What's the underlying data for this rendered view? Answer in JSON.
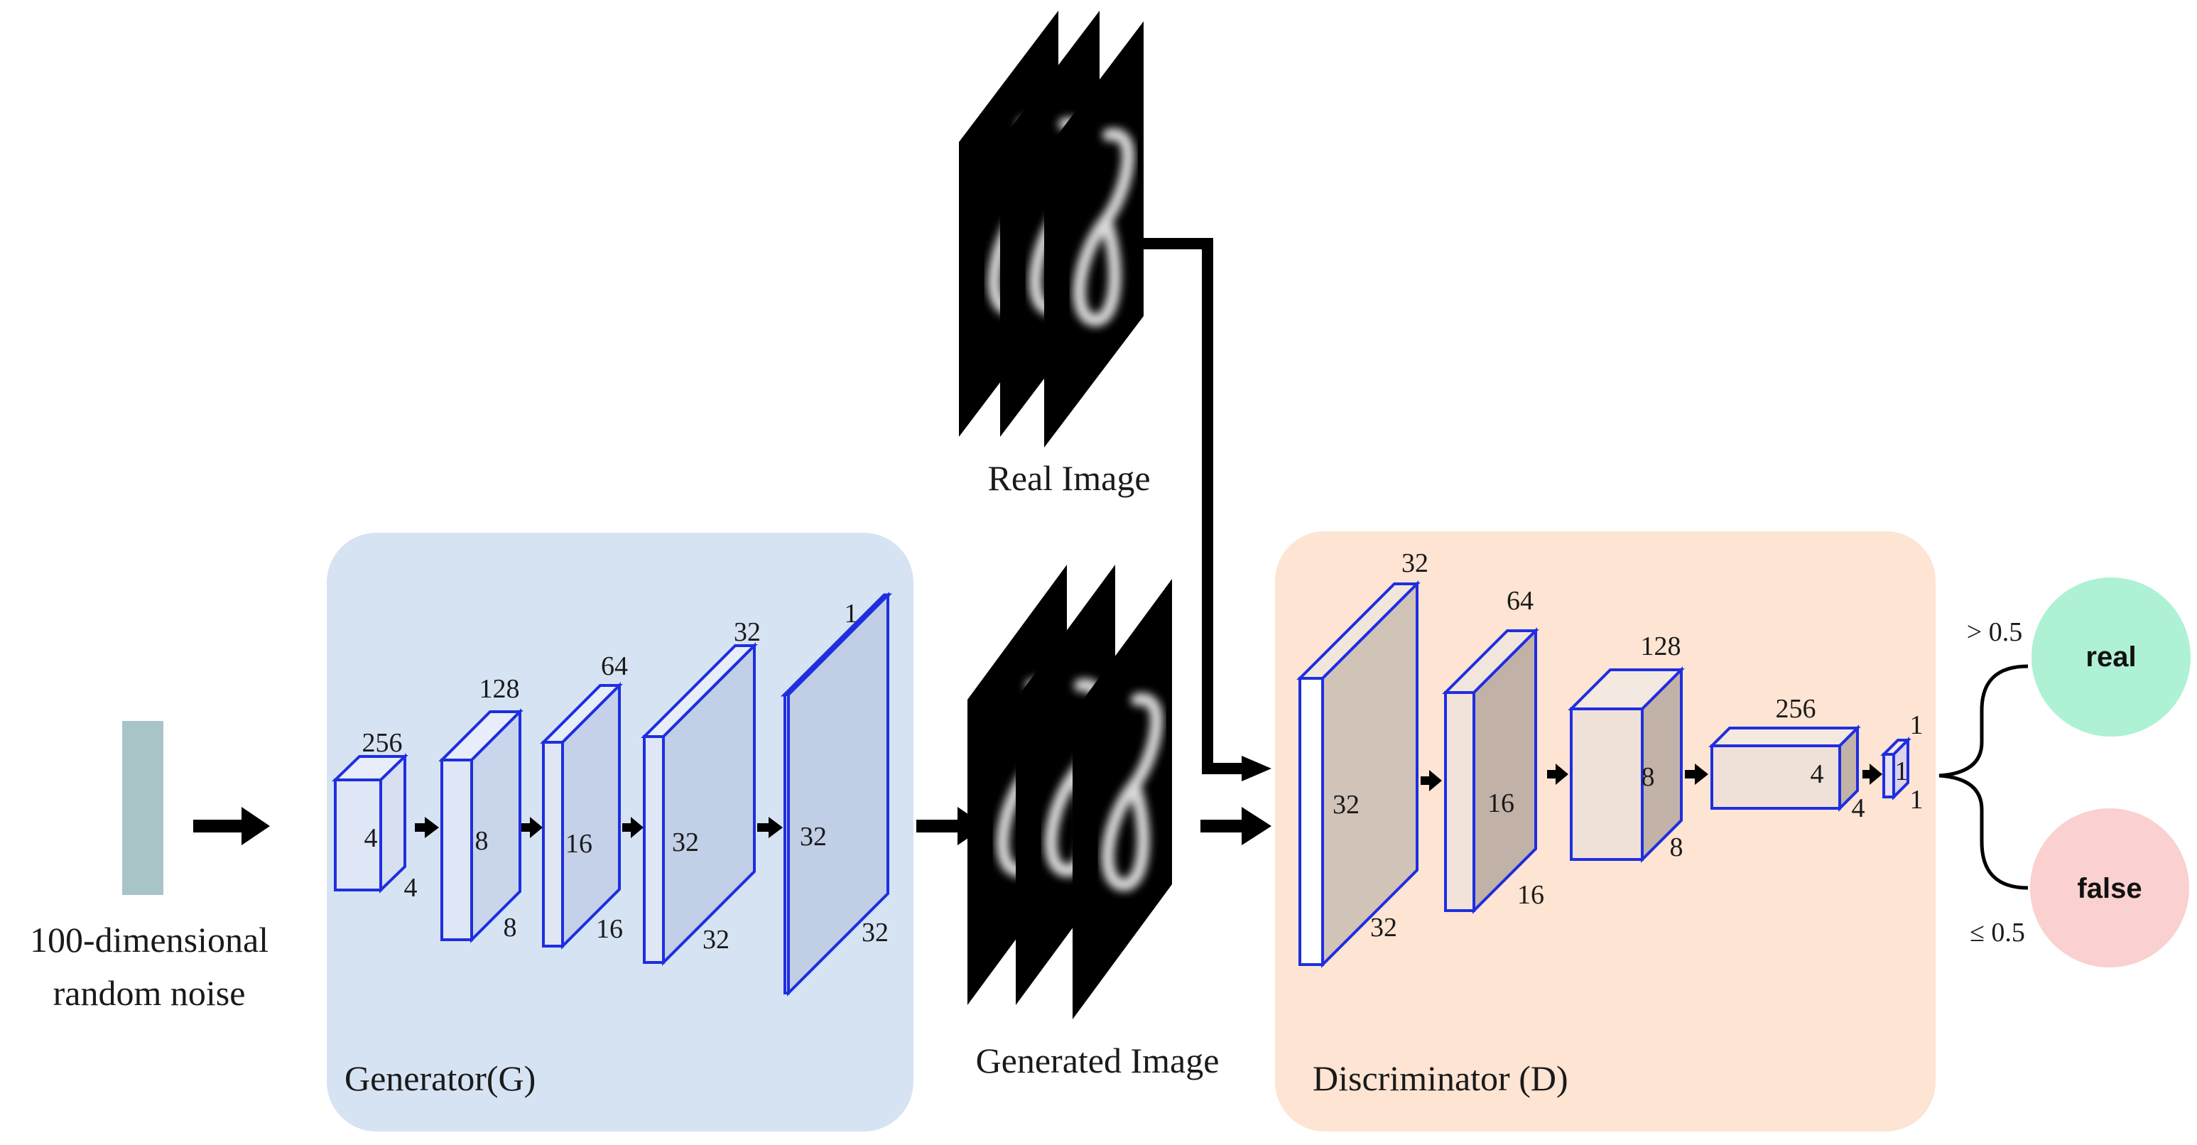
{
  "noise": {
    "label_line1": "100-dimensional",
    "label_line2": "random noise"
  },
  "generator": {
    "title": "Generator(G)",
    "blocks": [
      {
        "top": "256",
        "front": "4",
        "side": "4"
      },
      {
        "top": "128",
        "front": "8",
        "side": "8"
      },
      {
        "top": "64",
        "front": "16",
        "side": "16"
      },
      {
        "top": "32",
        "front": "32",
        "side": "32"
      },
      {
        "top": "1",
        "front": "32",
        "side": "32"
      }
    ]
  },
  "real_image": {
    "label": "Real Image"
  },
  "generated_image": {
    "label": "Generated Image"
  },
  "discriminator": {
    "title": "Discriminator (D)",
    "blocks": [
      {
        "top": "32",
        "front": "32",
        "side": "32"
      },
      {
        "top": "64",
        "front": "16",
        "side": "16"
      },
      {
        "top": "128",
        "front": "8",
        "side": "8"
      },
      {
        "top": "256",
        "front": "4",
        "side": "4"
      },
      {
        "top": "1",
        "front": "1",
        "side": "1"
      }
    ]
  },
  "output": {
    "threshold_high": "> 0.5",
    "threshold_low": "≤ 0.5",
    "real_label": "real",
    "false_label": "false"
  },
  "colors": {
    "generator_panel": "#d6e3f3",
    "discriminator_panel": "#fde4d3",
    "block_edge": "#1f2ee0",
    "real_circle": "#aef1d5",
    "false_circle": "#fbd0d0",
    "noise_bar": "#a8c4c6"
  }
}
